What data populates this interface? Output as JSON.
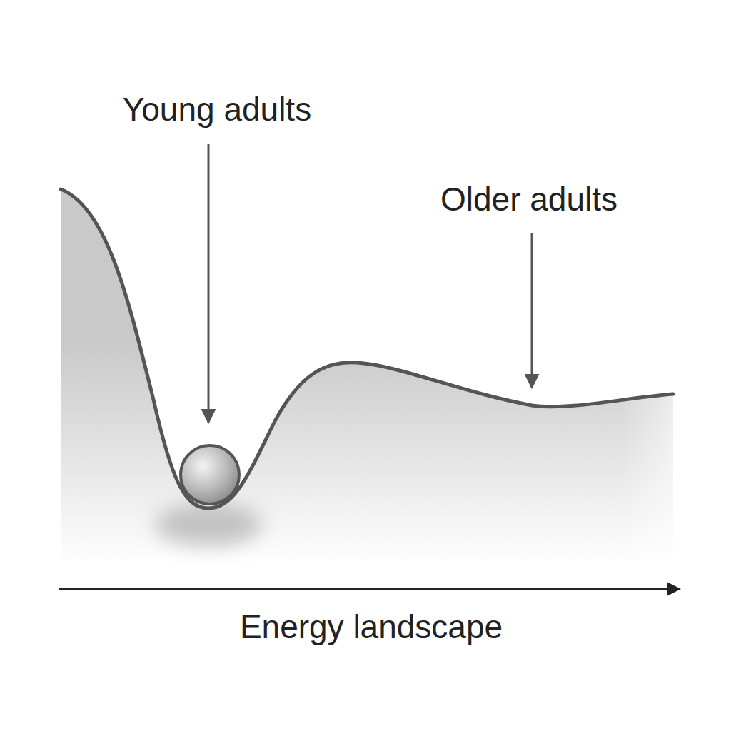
{
  "diagram": {
    "labels": [
      "Young adults",
      "Older adults",
      "Energy landscape"
    ]
  }
}
